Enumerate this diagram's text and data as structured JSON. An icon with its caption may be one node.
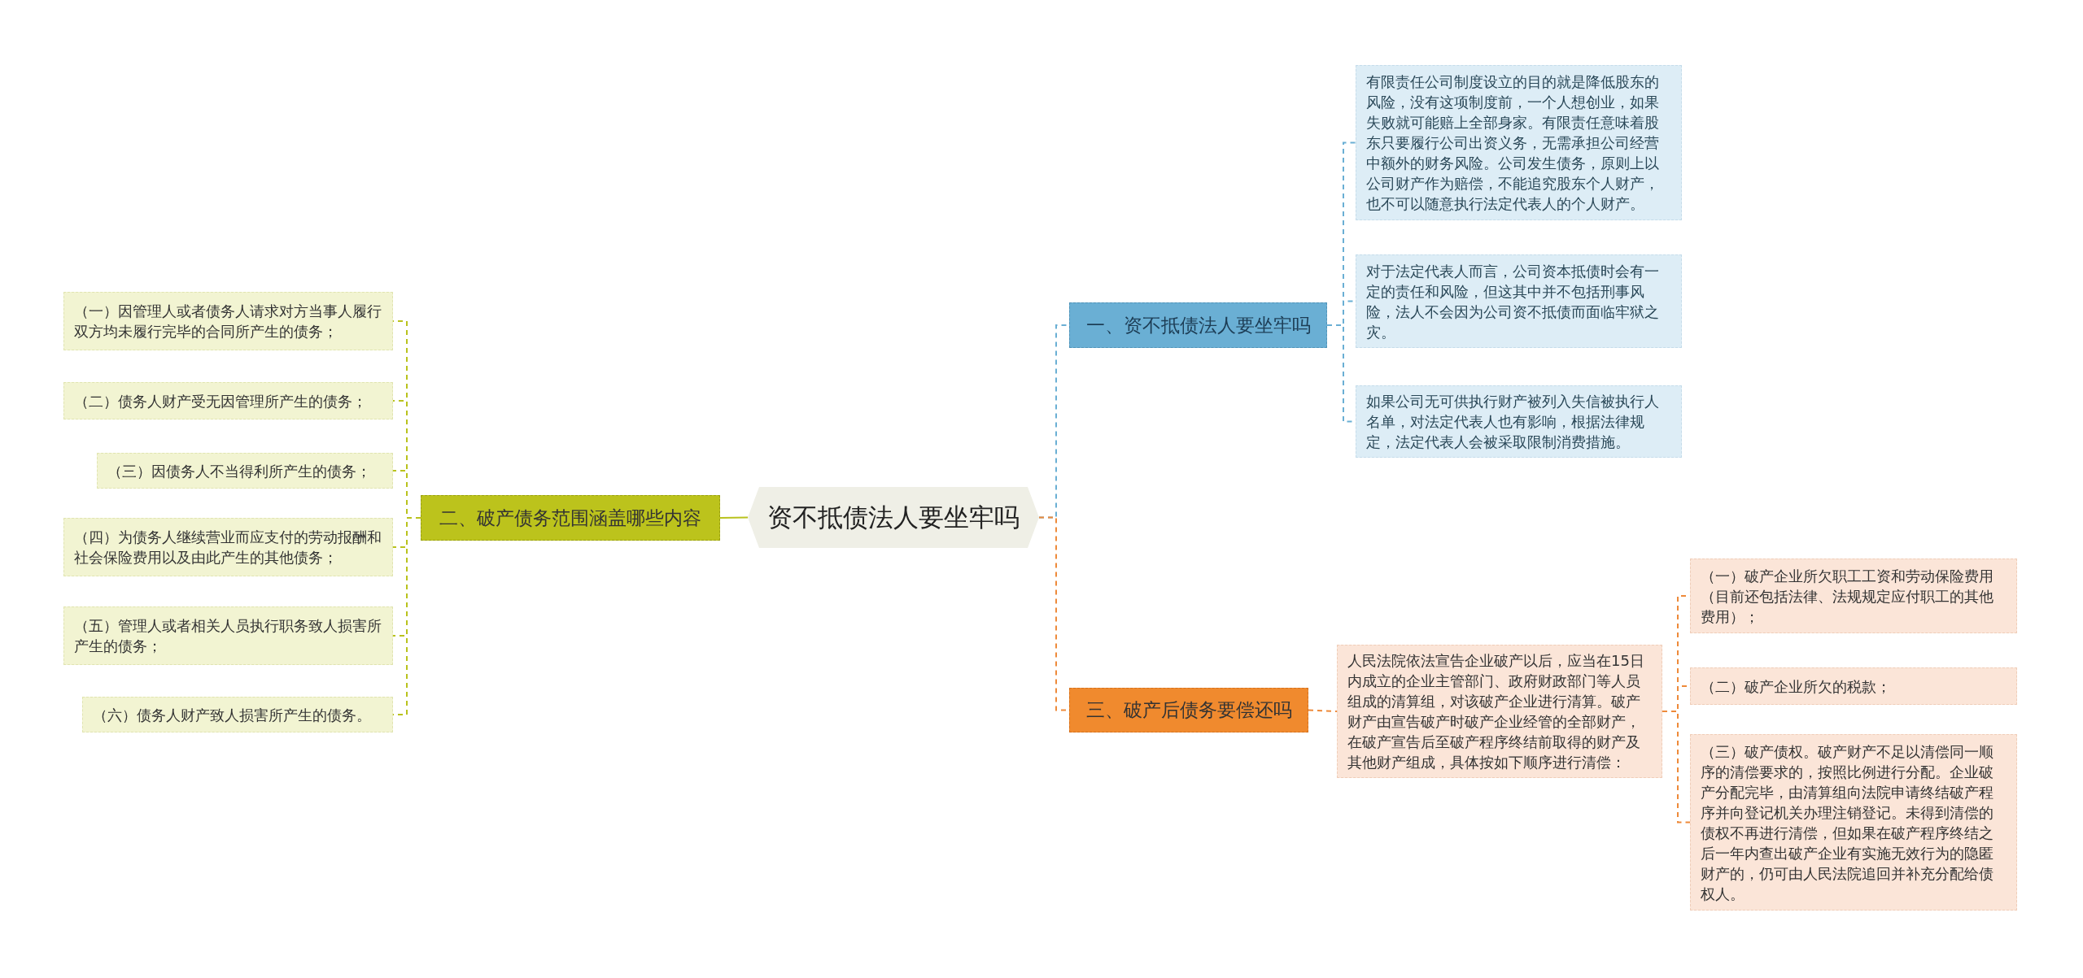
{
  "diagram": {
    "nodes": [
      {
        "text": [
          "资不抵债法人要坐牢吗"
        ]
      },
      {
        "text": [
          "二、破产债务范围涵盖哪些内容"
        ]
      },
      {
        "text": [
          "（一）因管理人或者债务人请求对方当事人履行双方均未履行完毕的合同所产生的债务；"
        ]
      },
      {
        "text": [
          "（二）债务人财产受无因管理所产生的债务；"
        ]
      },
      {
        "text": [
          "（三）因债务人不当得利所产生的债务；"
        ]
      },
      {
        "text": [
          "（四）为债务人继续营业而应支付的劳动报酬和社会保险费用以及由此产生的其他债务；"
        ]
      },
      {
        "text": [
          "（五）管理人或者相关人员执行职务致人损害所产生的债务；"
        ]
      },
      {
        "text": [
          "（六）债务人财产致人损害所产生的债务。"
        ]
      },
      {
        "text": [
          "一、资不抵债法人要坐牢吗"
        ]
      },
      {
        "text": [
          "有限责任公司制度设立的目的就是降低股东的风险，没有这项制度前，一个人想创业，如果失败就可能赔上全部身家。有限责任意味着股东只要履行公司出资义务，无需承担公司经营中额外的财务风险。公司发生债务，原则上以公司财产作为赔偿，不能追究股东个人财产，也不可以随意执行法定代表人的个人财产。"
        ]
      },
      {
        "text": [
          "对于法定代表人而言，公司资本抵债时会有一定的责任和风险，但这其中并不包括刑事风险，法人不会因为公司资不抵债而面临牢狱之灾。"
        ]
      },
      {
        "text": [
          "如果公司无可供执行财产被列入失信被执行人名单，对法定代表人也有影响，根据法律规定，法定代表人会被采取限制消费措施。"
        ]
      },
      {
        "text": [
          "三、破产后债务要偿还吗"
        ]
      },
      {
        "text": [
          "人民法院依法宣告企业破产以后，应当在15日内成立的企业主管部门、政府财政部门等人员组成的清算组，对该破产企业进行清算。破产财产由宣告破产时破产企业经管的全部财产，在破产宣告后至破产程序终结前取得的财产及其他财产组成，具体按如下顺序进行清偿："
        ]
      },
      {
        "text": [
          "（一）破产企业所欠职工工资和劳动保险费用（目前还包括法律、法规规定应付职工的其他费用）；"
        ]
      },
      {
        "text": [
          "（二）破产企业所欠的税款；"
        ]
      },
      {
        "text": [
          "（三）破产债权。破产财产不足以清偿同一顺序的清偿要求的，按照比例进行分配。企业破产分配完毕，由清算组向法院申请终结破产程序并向登记机关办理注销登记。未得到清偿的债权不再进行清偿，但如果在破产程序终结之后一年内查出破产企业有实施无效行为的隐匿财产的，仍可由人民法院追回并补充分配给债权人。"
        ]
      }
    ],
    "edges": [
      {
        "from": 0,
        "to": 1,
        "arrow": "none"
      },
      {
        "from": 1,
        "to": 2,
        "arrow": "none",
        "style": "dashed"
      },
      {
        "from": 1,
        "to": 3,
        "arrow": "none",
        "style": "dashed"
      },
      {
        "from": 1,
        "to": 4,
        "arrow": "none",
        "style": "dashed"
      },
      {
        "from": 1,
        "to": 5,
        "arrow": "none",
        "style": "dashed"
      },
      {
        "from": 1,
        "to": 6,
        "arrow": "none",
        "style": "dashed"
      },
      {
        "from": 1,
        "to": 7,
        "arrow": "none",
        "style": "dashed"
      },
      {
        "from": 0,
        "to": 8,
        "arrow": "none",
        "style": "dashed",
        "color": "#6aafd4"
      },
      {
        "from": 8,
        "to": 9,
        "arrow": "none",
        "style": "dashed",
        "color": "#6aafd4"
      },
      {
        "from": 8,
        "to": 10,
        "arrow": "none",
        "style": "dashed",
        "color": "#6aafd4"
      },
      {
        "from": 8,
        "to": 11,
        "arrow": "none",
        "style": "dashed",
        "color": "#6aafd4"
      },
      {
        "from": 0,
        "to": 12,
        "arrow": "none",
        "style": "dashed",
        "color": "#ee8a3a"
      },
      {
        "from": 12,
        "to": 13,
        "arrow": "none",
        "style": "dashed",
        "color": "#ee8a3a"
      },
      {
        "from": 13,
        "to": 14,
        "arrow": "none",
        "style": "dashed",
        "color": "#ee8a3a"
      },
      {
        "from": 13,
        "to": 15,
        "arrow": "none",
        "style": "dashed",
        "color": "#ee8a3a"
      },
      {
        "from": 13,
        "to": 16,
        "arrow": "none",
        "style": "dashed",
        "color": "#ee8a3a"
      }
    ]
  }
}
